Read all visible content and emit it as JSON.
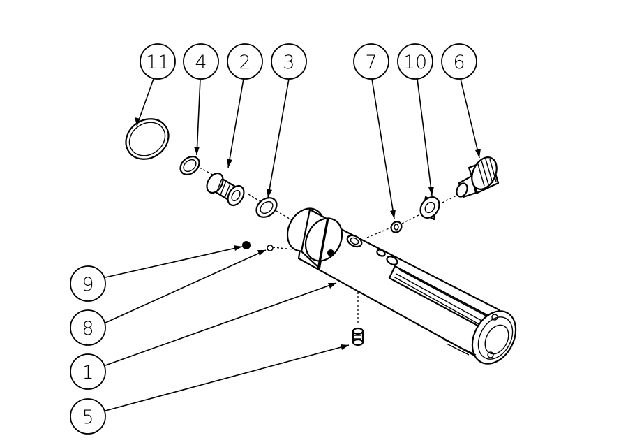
{
  "callouts": {
    "c11": "11",
    "c4": "4",
    "c2": "2",
    "c3": "3",
    "c7": "7",
    "c10": "10",
    "c6": "6",
    "c9": "9",
    "c8": "8",
    "c1": "1",
    "c5": "5"
  },
  "colors": {
    "line": "#000000",
    "background": "#ffffff"
  }
}
